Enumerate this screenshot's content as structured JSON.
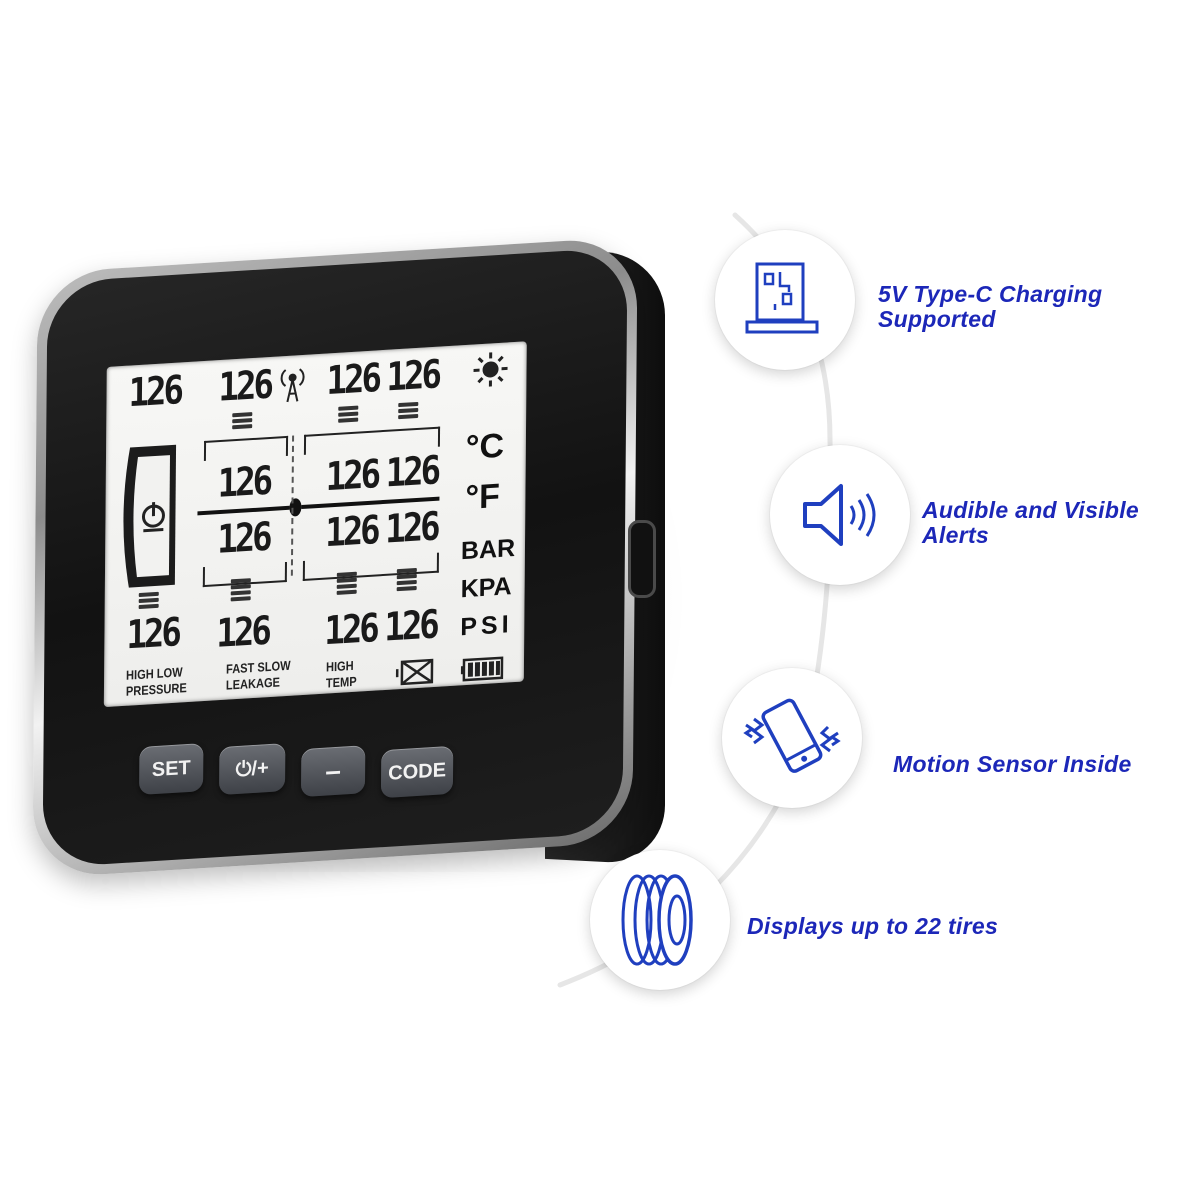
{
  "device": {
    "screen": {
      "readout_value": "126",
      "units": [
        "°C",
        "°F",
        "BAR",
        "KPA",
        "PSI"
      ],
      "labels": {
        "high_low": "HIGH  LOW",
        "pressure": "PRESSURE",
        "fast_slow": "FAST SLOW",
        "leakage": "LEAKAGE",
        "high": "HIGH",
        "temp": "TEMP"
      }
    },
    "buttons": {
      "set": "SET",
      "power_plus": "⏻/+",
      "minus": "–",
      "code": "CODE"
    }
  },
  "features": [
    {
      "label_line1": "5V Type-C Charging",
      "label_line2": "Supported",
      "icon": "usb-c-port-icon"
    },
    {
      "label_line1": "Audible and Visible",
      "label_line2": "Alerts",
      "icon": "speaker-icon"
    },
    {
      "label_line1": "Motion Sensor Inside",
      "label_line2": "",
      "icon": "vibrating-phone-icon"
    },
    {
      "label_line1": "Displays up to 22 tires",
      "label_line2": "",
      "icon": "tire-icon"
    }
  ],
  "colors": {
    "accent": "#1c27b8",
    "icon_blue": "#1f3fbf"
  }
}
